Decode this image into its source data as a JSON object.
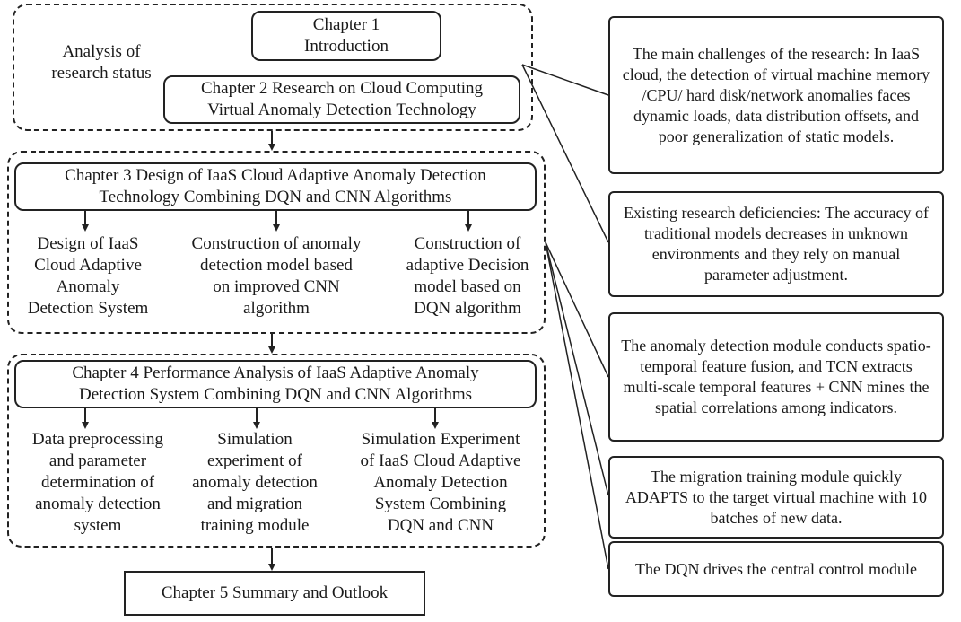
{
  "left_column": {
    "group1_label": "Analysis of\nresearch status",
    "chapter1": "Chapter 1\nIntroduction",
    "chapter2": "Chapter 2 Research on Cloud Computing\nVirtual Anomaly Detection Technology",
    "chapter3": "Chapter 3 Design of IaaS Cloud Adaptive Anomaly Detection\nTechnology Combining DQN and CNN Algorithms",
    "chapter3_subs": [
      "Design of IaaS\nCloud Adaptive\nAnomaly\nDetection System",
      "Construction of anomaly\ndetection model based\non improved CNN\nalgorithm",
      "Construction of\nadaptive Decision\nmodel based on\nDQN algorithm"
    ],
    "chapter4": "Chapter 4 Performance Analysis of IaaS Adaptive Anomaly\nDetection System Combining DQN and CNN Algorithms",
    "chapter4_subs": [
      "Data preprocessing\nand parameter\ndetermination of\nanomaly detection\nsystem",
      "Simulation\nexperiment of\nanomaly detection\nand migration\ntraining module",
      "Simulation Experiment\nof IaaS Cloud Adaptive\nAnomaly Detection\nSystem Combining\nDQN and CNN"
    ],
    "chapter5": "Chapter 5 Summary and Outlook"
  },
  "right_column": {
    "notes": [
      "The main challenges of the research: In IaaS cloud, the detection of virtual machine memory /CPU/ hard disk/network anomalies faces dynamic loads, data distribution offsets, and poor generalization of static models.",
      "Existing research deficiencies: The accuracy of traditional models decreases in unknown environments and they rely on manual parameter adjustment.",
      "The anomaly detection module conducts spatio-temporal feature fusion, and TCN extracts multi-scale temporal features + CNN mines the spatial correlations among indicators.",
      "The migration training module quickly ADAPTS to the target virtual machine with 10 batches of new data.",
      "The DQN drives the central control module"
    ]
  }
}
